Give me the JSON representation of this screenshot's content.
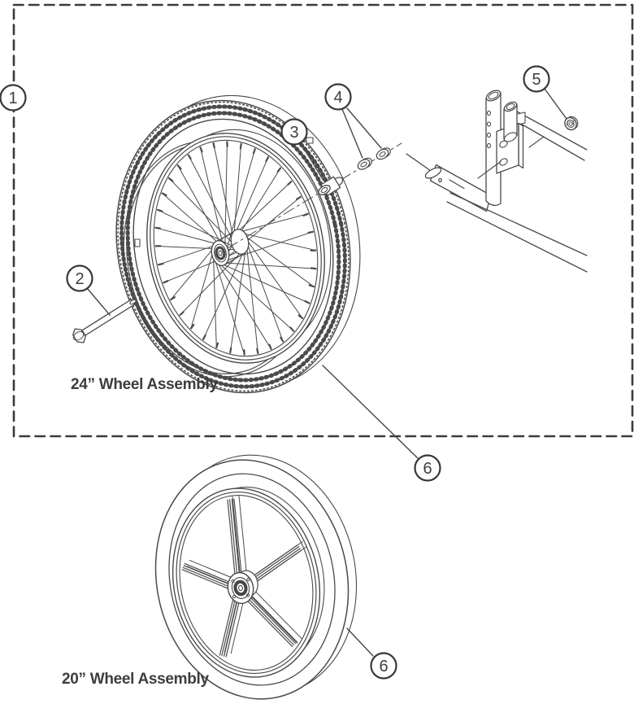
{
  "figure": {
    "colors": {
      "line": "#4a4a4a",
      "text": "#3d3d3d",
      "background": "#ffffff"
    },
    "assembly_24": {
      "label": "24” Wheel Assembly"
    },
    "assembly_20": {
      "label": "20” Wheel Assembly"
    },
    "callouts": {
      "c1": "1",
      "c2": "2",
      "c3": "3",
      "c4": "4",
      "c5": "5",
      "c6_24": "6",
      "c6_20": "6"
    }
  }
}
